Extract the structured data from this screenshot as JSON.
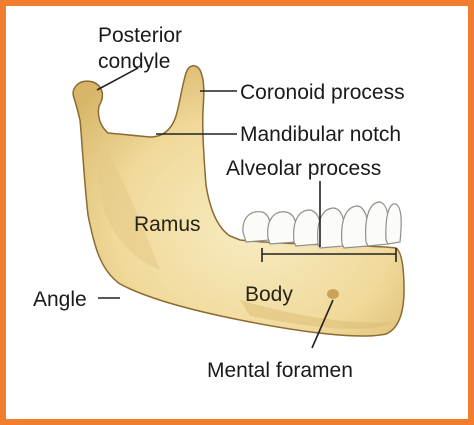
{
  "labels": {
    "posterior_condyle_line1": "Posterior",
    "posterior_condyle_line2": "condyle",
    "coronoid_process": "Coronoid process",
    "mandibular_notch": "Mandibular notch",
    "alveolar_process": "Alveolar process",
    "ramus": "Ramus",
    "angle": "Angle",
    "body": "Body",
    "mental_foramen": "Mental foramen"
  },
  "colors": {
    "frame_border": "#f07e2e",
    "bone_fill": "#f2dfa4",
    "bone_shadow": "#d9b96c",
    "bone_outline": "#8c6a30",
    "tooth_fill": "#fbfbf7",
    "tooth_outline": "#8f8f8f",
    "leader_line": "#222222"
  }
}
